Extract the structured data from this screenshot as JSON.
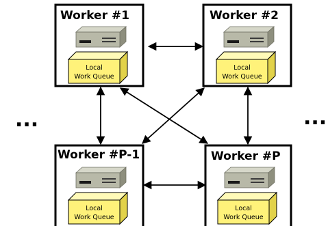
{
  "workers": [
    {
      "title": "Worker #1",
      "queue_line1": "Local",
      "queue_line2": "Work Queue"
    },
    {
      "title": "Worker #2",
      "queue_line1": "Local",
      "queue_line2": "Work Queue"
    },
    {
      "title": "Worker #P-1",
      "queue_line1": "Local",
      "queue_line2": "Work Queue"
    },
    {
      "title": "Worker #P",
      "queue_line1": "Local",
      "queue_line2": "Work Queue"
    }
  ],
  "ellipsis_left": "...",
  "ellipsis_right": "...",
  "colors": {
    "box_border": "#000000",
    "server_body": "#b8b9a8",
    "server_top": "#d6d7c9",
    "server_side": "#8e8f7e",
    "queue_front": "#fff27a",
    "queue_top": "#fffab8",
    "queue_side": "#e2d24a"
  },
  "icons": [
    "server-icon",
    "queue-box-icon",
    "bidirectional-arrow"
  ]
}
